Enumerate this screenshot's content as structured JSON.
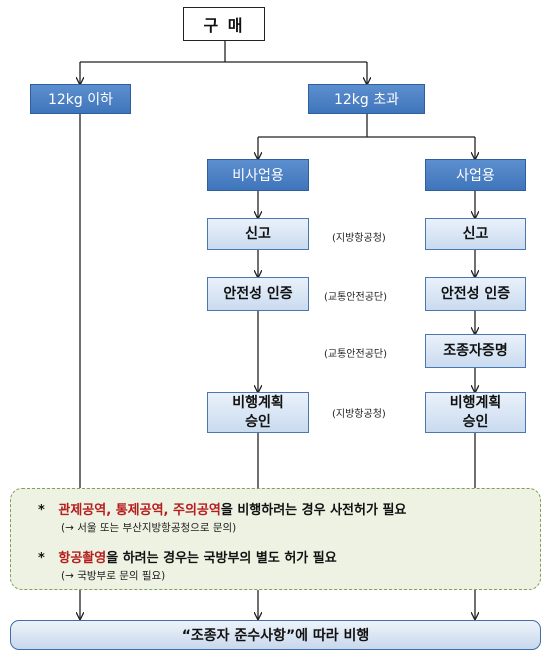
{
  "top": "구 매",
  "left_branch": "12kg 이하",
  "right_branch": "12kg 초과",
  "noncommercial": "비사업용",
  "commercial": "사업용",
  "step_report": "신고",
  "step_safety": "안전성 인증",
  "step_pilot": "조종자증명",
  "step_flight_line1": "비행계획",
  "step_flight_line2": "승인",
  "org_report": "(지방항공청)",
  "org_safety": "(교통안전공단)",
  "org_pilot": "(교통안전공단)",
  "org_flight": "(지방항공청)",
  "note": {
    "bullet": "*",
    "line1_red": "관제공역, 통제공역, 주의공역",
    "line1_rest": "을 비행하려는 경우 사전허가 필요",
    "line1_sub": "(→ 서울 또는 부산지방항공청으로 문의)",
    "line2_red": "항공촬영",
    "line2_rest": "을 하려는 경우는 국방부의 별도 허가 필요",
    "line2_sub": "(→ 국방부로 문의 필요)"
  },
  "bottom": "“조종자 준수사항”에 따라 비행"
}
